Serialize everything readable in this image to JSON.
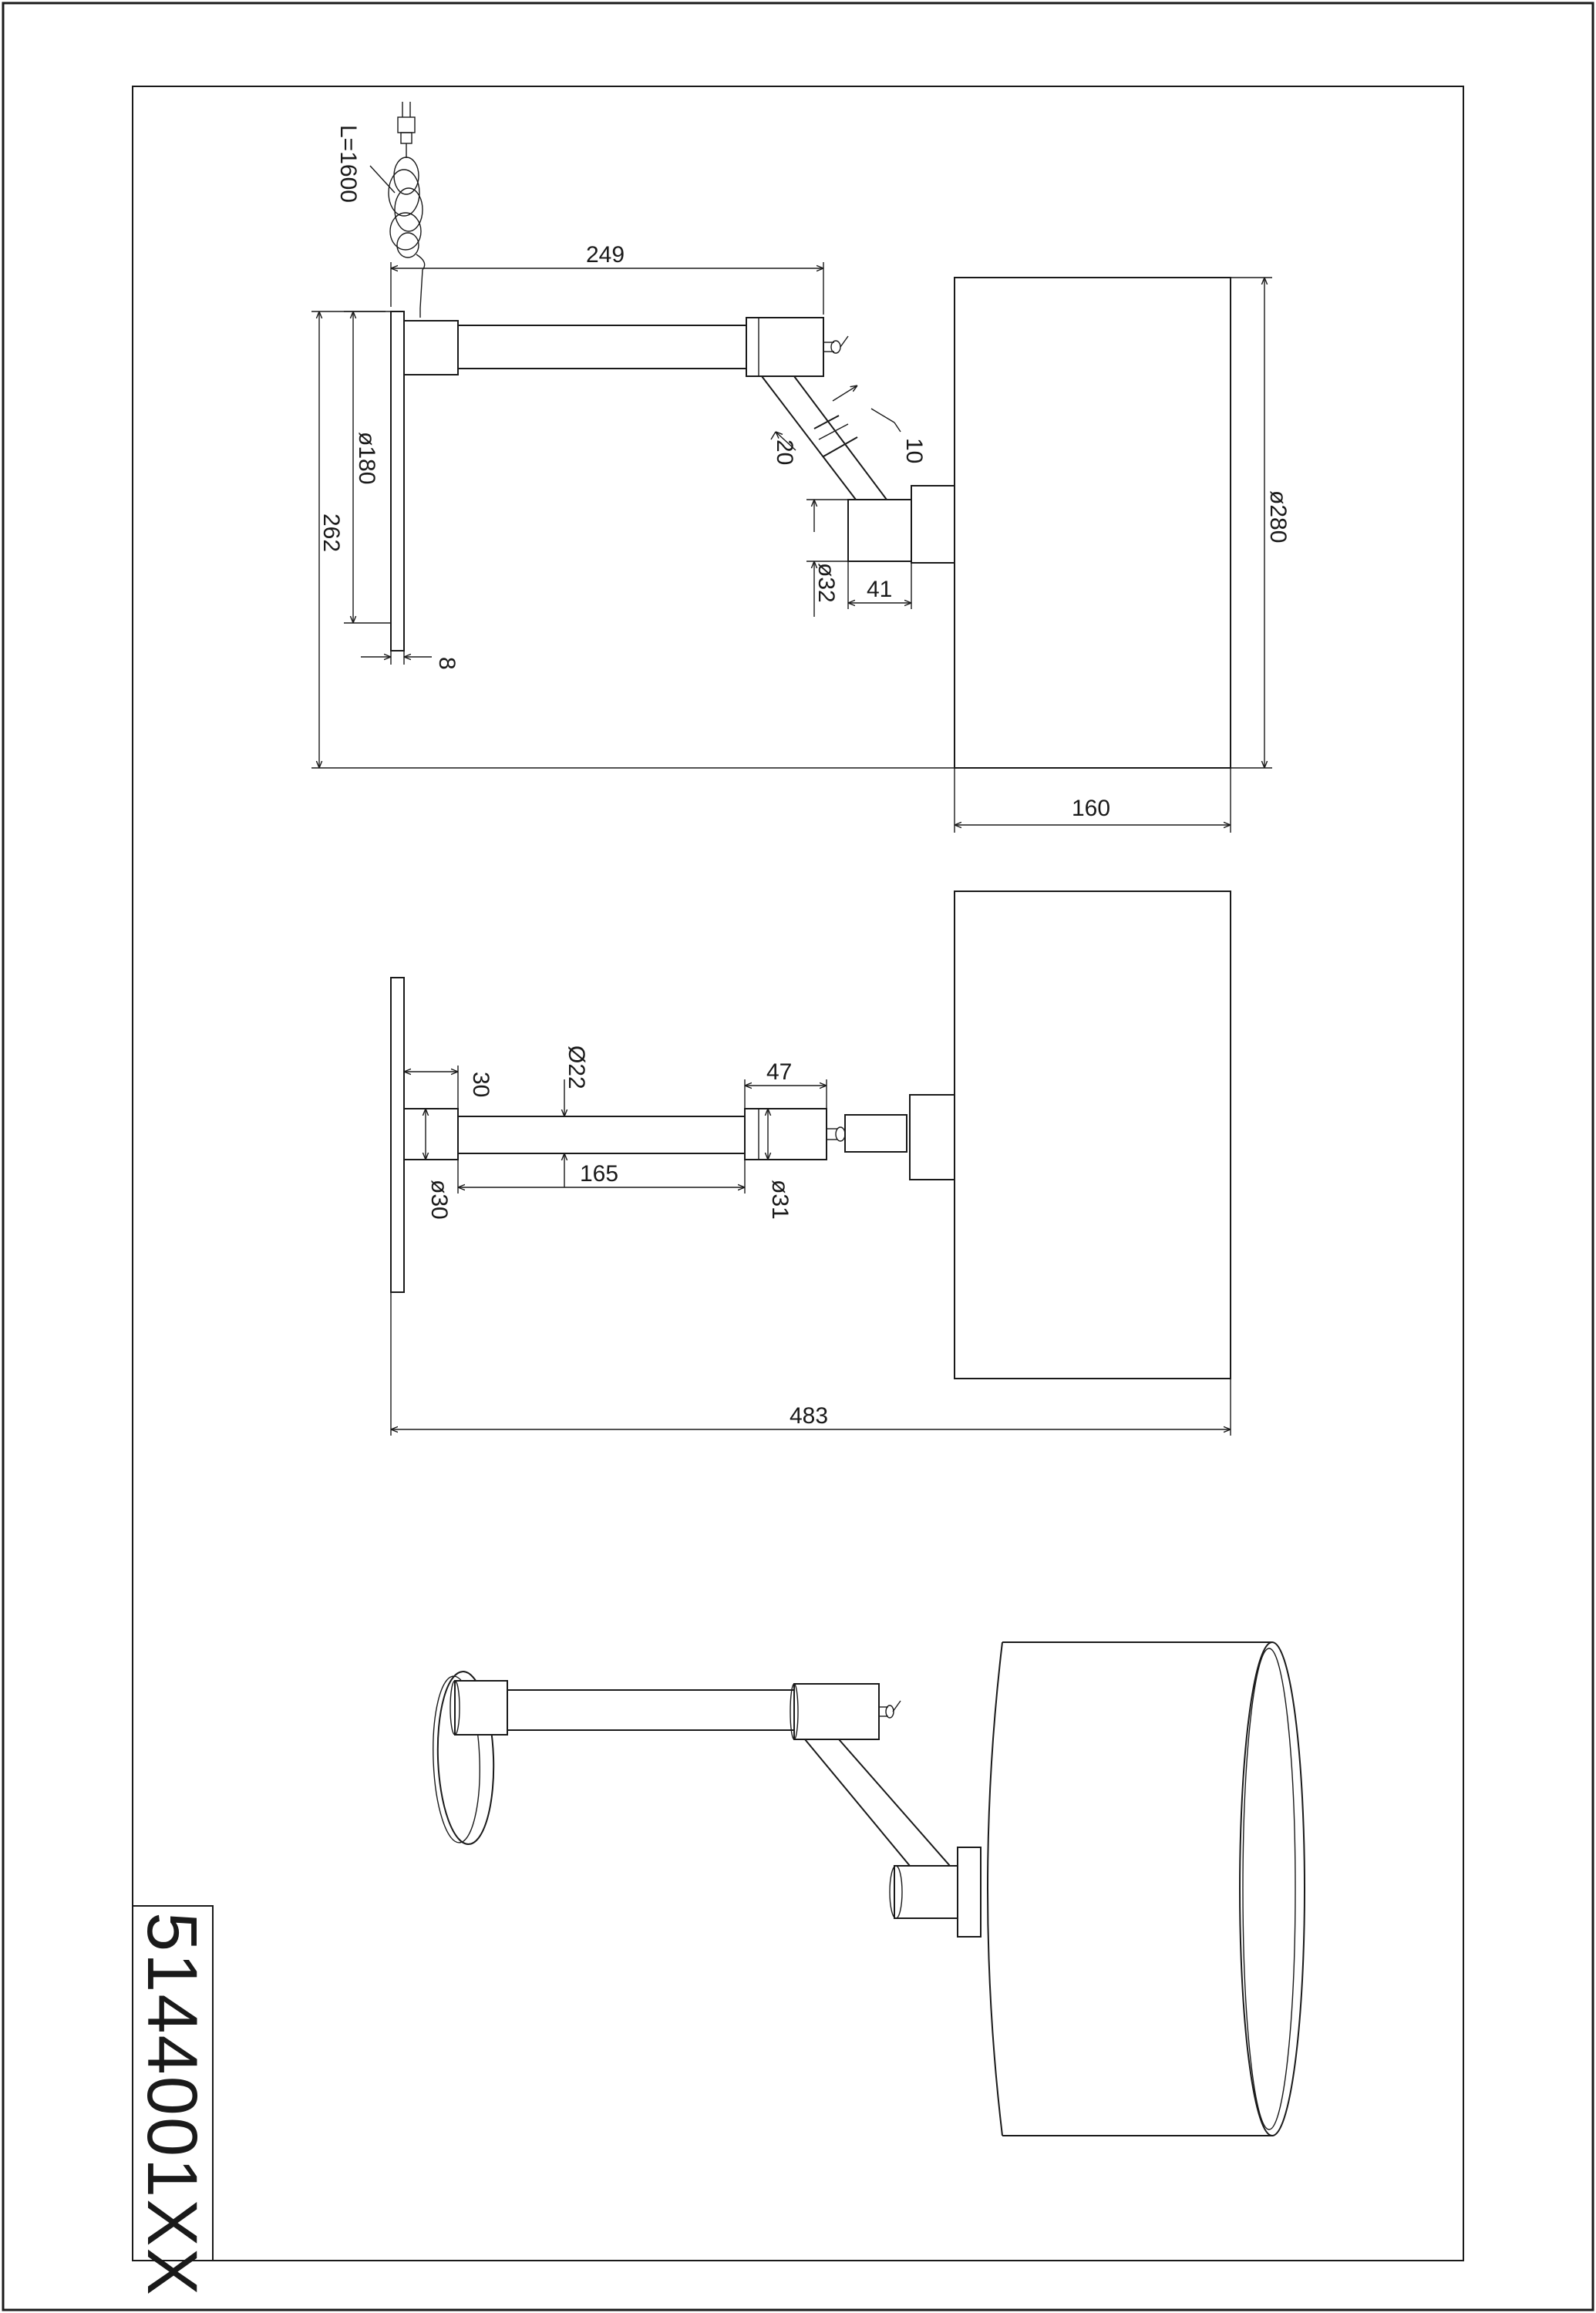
{
  "product_code": "5144001XX",
  "side_view": {
    "cable_length": "L=1600",
    "arm_length": "249",
    "plate_diameter": "ø180",
    "total_height": "262",
    "plate_thickness": "8",
    "joint_width": "20",
    "joint_offset": "10",
    "socket_diameter": "ø32",
    "socket_length": "41",
    "shade_diameter": "ø280",
    "shade_height": "160"
  },
  "top_view": {
    "base_length": "30",
    "arm_diameter": "Ø22",
    "knuckle_length": "47",
    "arm_length": "165",
    "base_diameter": "ø30",
    "knuckle_diameter": "ø31",
    "total_projection": "483"
  }
}
